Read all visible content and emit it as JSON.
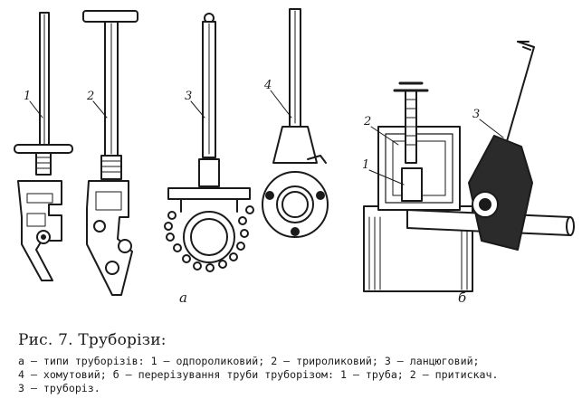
{
  "figure": {
    "callouts": [
      "1",
      "2",
      "3",
      "4",
      "2",
      "1",
      "3"
    ],
    "panel_labels": [
      "а",
      "б"
    ]
  },
  "caption": {
    "title": "Рис. 7. Труборізи:",
    "lines": [
      "а — типи труборізів: 1 — одпороликовий; 2 — трироликовий; 3 — ланцюговий;",
      "4 — хомутовий; б — перерізування труби труборізом: 1 — труба; 2 — притискач.",
      "3 — труборіз."
    ]
  }
}
